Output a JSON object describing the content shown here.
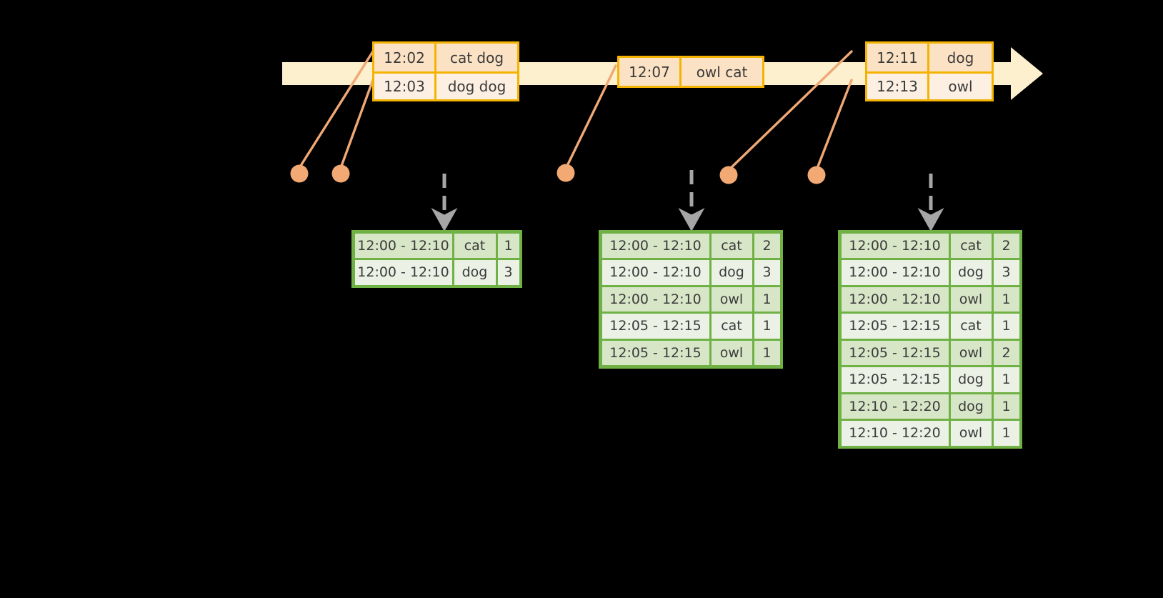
{
  "diagram": {
    "title": "windowed-word-count-timeline",
    "colors": {
      "background": "#000000",
      "timeline_bar": "#FDF0CE",
      "event_border": "#F5B301",
      "event_fill_dark": "#FCE2C4",
      "event_fill_light": "#FDF0E2",
      "connector": "#F0A875",
      "dot": "#F2A973",
      "table_border": "#6FB145",
      "table_fill_dark": "#D8E6C8",
      "table_fill_light": "#ECF1E6",
      "dashed_arrow": "#A6A6A6"
    }
  },
  "timeline": {
    "name": "event-stream-arrow",
    "arrow_direction": "right"
  },
  "events": [
    {
      "name": "event-box-1",
      "rows": [
        {
          "time": "12:02",
          "words": "cat dog"
        },
        {
          "time": "12:03",
          "words": "dog dog"
        }
      ]
    },
    {
      "name": "event-box-2",
      "rows": [
        {
          "time": "12:07",
          "words": "owl cat"
        }
      ]
    },
    {
      "name": "event-box-3",
      "rows": [
        {
          "time": "12:11",
          "words": "dog"
        },
        {
          "time": "12:13",
          "words": "owl"
        }
      ]
    }
  ],
  "dots": [
    {
      "name": "watermark-dot-1"
    },
    {
      "name": "watermark-dot-2"
    },
    {
      "name": "watermark-dot-3"
    },
    {
      "name": "watermark-dot-4"
    },
    {
      "name": "watermark-dot-5"
    }
  ],
  "result_tables": [
    {
      "name": "result-table-1",
      "rows": [
        {
          "window": "12:00 - 12:10",
          "word": "cat",
          "count": "1"
        },
        {
          "window": "12:00 - 12:10",
          "word": "dog",
          "count": "3"
        }
      ]
    },
    {
      "name": "result-table-2",
      "rows": [
        {
          "window": "12:00 - 12:10",
          "word": "cat",
          "count": "2"
        },
        {
          "window": "12:00 - 12:10",
          "word": "dog",
          "count": "3"
        },
        {
          "window": "12:00 - 12:10",
          "word": "owl",
          "count": "1"
        },
        {
          "window": "12:05 - 12:15",
          "word": "cat",
          "count": "1"
        },
        {
          "window": "12:05 - 12:15",
          "word": "owl",
          "count": "1"
        }
      ]
    },
    {
      "name": "result-table-3",
      "rows": [
        {
          "window": "12:00 - 12:10",
          "word": "cat",
          "count": "2"
        },
        {
          "window": "12:00 - 12:10",
          "word": "dog",
          "count": "3"
        },
        {
          "window": "12:00 - 12:10",
          "word": "owl",
          "count": "1"
        },
        {
          "window": "12:05 - 12:15",
          "word": "cat",
          "count": "1"
        },
        {
          "window": "12:05 - 12:15",
          "word": "owl",
          "count": "2"
        },
        {
          "window": "12:05 - 12:15",
          "word": "dog",
          "count": "1"
        },
        {
          "window": "12:10 - 12:20",
          "word": "dog",
          "count": "1"
        },
        {
          "window": "12:10 - 12:20",
          "word": "owl",
          "count": "1"
        }
      ]
    }
  ]
}
